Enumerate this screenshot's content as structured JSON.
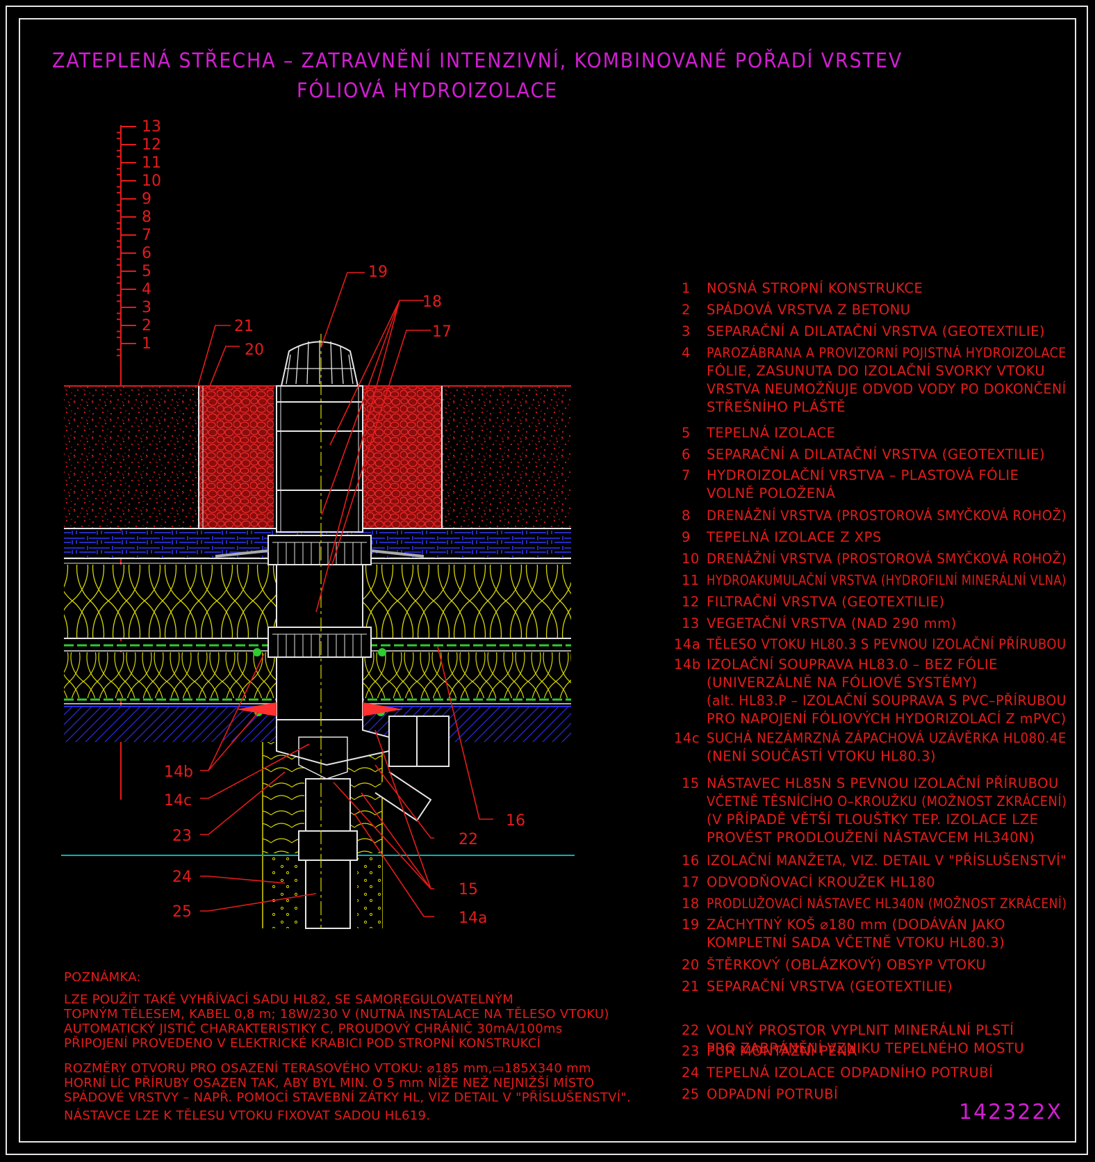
{
  "title": {
    "line1": "ZATEPLENÁ STŘECHA – ZATRAVNĚNÍ INTENZIVNÍ, KOMBINOVANÉ POŘADÍ VRSTEV",
    "line2": "FÓLIOVÁ HYDROIZOLACE"
  },
  "layer_scale": [
    "13",
    "12",
    "11",
    "10",
    "9",
    "8",
    "7",
    "6",
    "5",
    "4",
    "3",
    "2",
    "1"
  ],
  "callouts": {
    "c19": "19",
    "c18": "18",
    "c17": "17",
    "c21": "21",
    "c20": "20",
    "c14b": "14b",
    "c14c": "14c",
    "c23": "23",
    "c24": "24",
    "c25": "25",
    "c16": "16",
    "c22": "22",
    "c15": "15",
    "c14a": "14a"
  },
  "legend": [
    {
      "num": "1",
      "lines": [
        "NOSNÁ STROPNÍ KONSTRUKCE"
      ]
    },
    {
      "num": "2",
      "lines": [
        "SPÁDOVÁ VRSTVA Z BETONU"
      ]
    },
    {
      "num": "3",
      "lines": [
        "SEPARAČNÍ A DILATAČNÍ VRSTVA (GEOTEXTILIE)"
      ]
    },
    {
      "num": "4",
      "lines": [
        "PAROZÁBRANA A PROVIZORNÍ POJISTNÁ HYDROIZOLACE",
        "FÓLIE, ZASUNUTA DO IZOLAČNÍ SVORKY VTOKU",
        "VRSTVA NEUMOŽŇUJE ODVOD VODY PO DOKONČENÍ",
        "STŘEŠNÍHO PLÁŠTĚ"
      ]
    },
    {
      "num": "5",
      "lines": [
        "TEPELNÁ IZOLACE"
      ]
    },
    {
      "num": "6",
      "lines": [
        "SEPARAČNÍ A DILATAČNÍ VRSTVA (GEOTEXTILIE)"
      ]
    },
    {
      "num": "7",
      "lines": [
        "HYDROIZOLAČNÍ VRSTVA – PLASTOVÁ FÓLIE",
        "VOLNĚ POLOŽENÁ"
      ]
    },
    {
      "num": "8",
      "lines": [
        "DRENÁŽNÍ VRSTVA (PROSTOROVÁ SMYČKOVÁ ROHOŽ)"
      ]
    },
    {
      "num": "9",
      "lines": [
        "TEPELNÁ IZOLACE Z XPS"
      ]
    },
    {
      "num": "10",
      "lines": [
        "DRENÁŽNÍ VRSTVA (PROSTOROVÁ SMYČKOVÁ ROHOŽ)"
      ]
    },
    {
      "num": "11",
      "lines": [
        "HYDROAKUMULAČNÍ VRSTVA (HYDROFILNÍ MINERÁLNÍ VLNA)"
      ]
    },
    {
      "num": "12",
      "lines": [
        "FILTRAČNÍ VRSTVA (GEOTEXTILIE)"
      ]
    },
    {
      "num": "13",
      "lines": [
        "VEGETAČNÍ VRSTVA (NAD 290 mm)"
      ]
    },
    {
      "num": "14a",
      "lines": [
        "TĚLESO VTOKU HL80.3 S PEVNOU IZOLAČNÍ PŘÍRUBOU"
      ]
    },
    {
      "num": "14b",
      "lines": [
        "IZOLAČNÍ SOUPRAVA HL83.0 – BEZ FÓLIE",
        "(UNIVERZÁLNĚ NA FÓLIOVÉ SYSTÉMY)",
        "(alt. HL83.P – IZOLAČNÍ SOUPRAVA S PVC–PŘÍRUBOU",
        "PRO NAPOJENÍ FÓLIOVÝCH HYDORIZOLACÍ Z mPVC)"
      ]
    },
    {
      "num": "14c",
      "lines": [
        "SUCHÁ NEZÁMRZNÁ ZÁPACHOVÁ UZÁVĚRKA HL080.4E",
        "(NENÍ SOUČÁSTÍ VTOKU HL80.3)"
      ]
    },
    {
      "num": "15",
      "lines": [
        "NÁSTAVEC HL85N S PEVNOU IZOLAČNÍ PŘÍRUBOU",
        "VČETNĚ TĚSNÍCÍHO O–KROUŽKU (MOŽNOST ZKRÁCENÍ)",
        "(V PŘÍPADĚ VĚTŠÍ TLOUŠŤKY TEP. IZOLACE LZE",
        "PROVÉST PRODLOUŽENÍ NÁSTAVCEM HL340N)"
      ]
    },
    {
      "num": "16",
      "lines": [
        "IZOLAČNÍ MANŽETA, VIZ. DETAIL V \"PŘÍSLUŠENSTVÍ\""
      ]
    },
    {
      "num": "17",
      "lines": [
        "ODVODŇOVACÍ KROUŽEK HL180"
      ]
    },
    {
      "num": "18",
      "lines": [
        "PRODLUŽOVACÍ NÁSTAVEC HL340N (MOŽNOST ZKRÁCENÍ)"
      ]
    },
    {
      "num": "19",
      "lines": [
        "ZÁCHYTNÝ KOŠ ⌀180 mm (DODÁVÁN JAKO",
        "KOMPLETNÍ SADA VČETNĚ VTOKU HL80.3)"
      ]
    },
    {
      "num": "20",
      "lines": [
        "ŠTĚRKOVÝ (OBLÁZKOVÝ) OBSYP VTOKU"
      ]
    },
    {
      "num": "21",
      "lines": [
        "SEPARAČNÍ VRSTVA (GEOTEXTILIE)"
      ]
    },
    {
      "num": "22",
      "lines": [
        "VOLNÝ PROSTOR VYPLNIT MINERÁLNÍ PLSTÍ",
        "PRO ZABRÁNĚNÍ VZNIKU TEPELNÉHO MOSTU"
      ]
    },
    {
      "num": "23",
      "lines": [
        "PUR MONTÁŽNÍ PĚNA"
      ]
    },
    {
      "num": "24",
      "lines": [
        "TEPELNÁ IZOLACE ODPADNÍHO POTRUBÍ"
      ]
    },
    {
      "num": "25",
      "lines": [
        "ODPADNÍ POTRUBÍ"
      ]
    }
  ],
  "note": {
    "heading": "POZNÁMKA:",
    "p1": [
      "LZE POUŽÍT TAKÉ VYHŘÍVACÍ SADU HL82, SE SAMOREGULOVATELNÝM",
      "TOPNÝM TĚLESEM, KABEL 0,8 m; 18W/230 V (NUTNÁ INSTALACE NA TĚLESO VTOKU)",
      "AUTOMATICKÝ JISTIČ CHARAKTERISTIKY C, PROUDOVÝ CHRÁNIČ 30mA/100ms",
      "PŘIPOJENÍ PROVEDENO V ELEKTRICKÉ KRABICI POD STROPNÍ KONSTRUKCÍ"
    ],
    "p2": [
      "ROZMĚRY OTVORU PRO OSAZENÍ TERASOVÉHO VTOKU: ⌀185 mm,▭185X340 mm",
      "HORNÍ LÍC PŘÍRUBY OSAZEN TAK, ABY BYL MIN. O 5 mm NÍŽE NEŽ NEJNIŽŠÍ MÍSTO",
      "SPÁDOVÉ VRSTVY – NAPŘ. POMOCÍ STAVEBNÍ ZÁTKY HL, VIZ DETAIL V \"PŘÍSLUŠENSTVÍ\".",
      "NÁSTAVCE LZE K TĚLESU VTOKU FIXOVAT SADOU HL619."
    ]
  },
  "drawing_code": "142322X",
  "colors": {
    "background": "#000000",
    "title": "#d21ed2",
    "text": "#e61b1b",
    "insulation": "#d8d800",
    "concrete": "#2a2ae0",
    "gravel": "#ff2020",
    "pipe": "#e6e6e6",
    "drainage": "#2ecc2e",
    "slab": "#00b4b4"
  }
}
